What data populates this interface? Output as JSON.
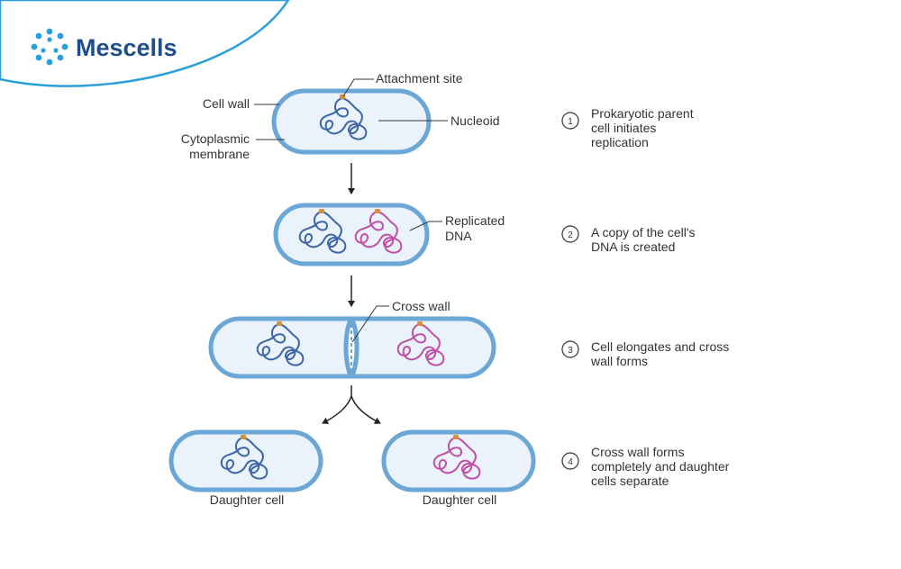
{
  "brand": {
    "name": "Mescells",
    "logo_icon": "cell-cluster-icon",
    "accent": "#2aa0d8",
    "text_color": "#1f4e8c"
  },
  "colors": {
    "cell_wall": "#6aa6d6",
    "cytoplasm": "#eaf3fb",
    "parent_dna": "#3c64a6",
    "copy_dna": "#c24da6",
    "attachment": "#d4903a"
  },
  "labels": {
    "attachment_site": "Attachment site",
    "cell_wall": "Cell wall",
    "nucleoid": "Nucleoid",
    "cytoplasmic_line1": "Cytoplasmic",
    "cytoplasmic_line2": "membrane",
    "replicated_line1": "Replicated",
    "replicated_line2": "DNA",
    "cross_wall": "Cross wall",
    "daughter_left": "Daughter cell",
    "daughter_right": "Daughter cell"
  },
  "steps": [
    {
      "number": "1",
      "lines": [
        "Prokaryotic parent",
        "cell initiates",
        "replication"
      ]
    },
    {
      "number": "2",
      "lines": [
        "A copy of the cell's",
        "DNA is created"
      ]
    },
    {
      "number": "3",
      "lines": [
        "Cell elongates and cross",
        "wall forms"
      ]
    },
    {
      "number": "4",
      "lines": [
        "Cross wall forms",
        "completely and daughter",
        "cells separate"
      ]
    }
  ]
}
